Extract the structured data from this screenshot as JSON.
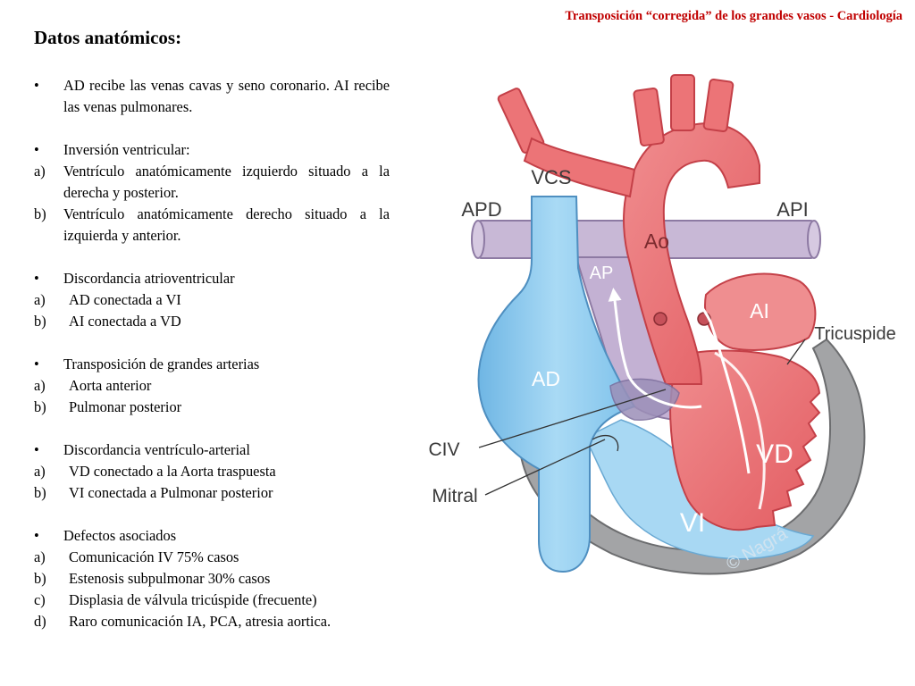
{
  "header": "Transposición “corregida”  de los grandes vasos - Cardiología",
  "title": "Datos anatómicos:",
  "sections": [
    {
      "bullet": "•",
      "lines": [
        "AD recibe las venas cavas y seno coronario. AI recibe las venas pulmonares."
      ],
      "items": []
    },
    {
      "bullet": "•",
      "lines": [
        "Inversión ventricular:"
      ],
      "items": [
        {
          "marker": "a)",
          "text": "Ventrículo anatómicamente izquierdo situado a la derecha y posterior."
        },
        {
          "marker": "b)",
          "text": "Ventrículo anatómicamente derecho situado a la izquierda y anterior."
        }
      ]
    },
    {
      "bullet": "•",
      "lines": [
        "Discordancia atrioventricular"
      ],
      "items": [
        {
          "marker": "a)",
          "text": "AD conectada a VI"
        },
        {
          "marker": "b)",
          "text": "AI conectada a VD"
        }
      ]
    },
    {
      "bullet": "•",
      "lines": [
        "Transposición de grandes arterias"
      ],
      "items": [
        {
          "marker": "a)",
          "text": "Aorta anterior"
        },
        {
          "marker": "b)",
          "text": "Pulmonar posterior"
        }
      ]
    },
    {
      "bullet": "•",
      "lines": [
        "Discordancia ventrículo-arterial"
      ],
      "items": [
        {
          "marker": "a)",
          "text": "VD conectado a la Aorta traspuesta"
        },
        {
          "marker": "b)",
          "text": "VI conectada a Pulmonar posterior"
        }
      ]
    },
    {
      "bullet": "•",
      "lines": [
        "Defectos asociados"
      ],
      "items": [
        {
          "marker": "a)",
          "text": "Comunicación IV 75% casos"
        },
        {
          "marker": "b)",
          "text": "Estenosis subpulmonar 30% casos"
        },
        {
          "marker": "c)",
          "text": "Displasia de válvula tricúspide (frecuente)"
        },
        {
          "marker": "d)",
          "text": "Raro comunicación IA, PCA, atresia aortica."
        }
      ]
    }
  ],
  "diagram": {
    "labels": {
      "vcs": "VCS",
      "apd": "APD",
      "api": "API",
      "ao": "Ao",
      "ap": "AP",
      "ai": "AI",
      "tricuspide": "Tricuspide",
      "ad": "AD",
      "civ": "CIV",
      "mitral": "Mitral",
      "vd": "VD",
      "vi": "VI",
      "watermark": "© Nagrá"
    },
    "colors": {
      "header": "#c00000",
      "blue": "#8ecbee",
      "blue_dark": "#4f95c6",
      "red": "#ec6f72",
      "red_light": "#f4a3a4",
      "purple": "#c6b3d2",
      "grey": "#9b9c9e"
    }
  }
}
